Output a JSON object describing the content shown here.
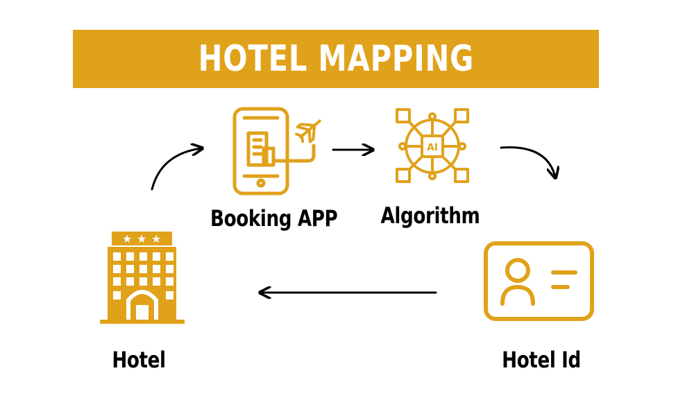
{
  "title": "HOTEL MAPPING",
  "nodes": {
    "booking_app": "Booking APP",
    "algorithm": "Algorithm",
    "hotel": "Hotel",
    "hotel_id": "Hotel Id"
  },
  "algorithm_chip_text": "AI",
  "colors": {
    "accent": "#E0A21B",
    "text": "#000000",
    "banner_text": "#ffffff"
  },
  "icons": [
    "smartphone-booking-icon",
    "airplane-icon",
    "ai-chip-icon",
    "hotel-building-icon",
    "id-card-icon"
  ]
}
